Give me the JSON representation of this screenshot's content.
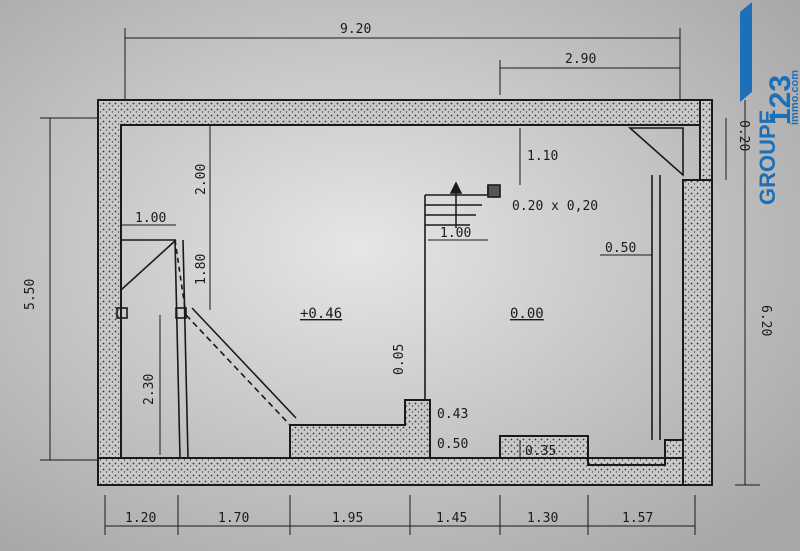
{
  "plan": {
    "dims": {
      "overall_width": "9.20",
      "top_right_width": "2.90",
      "height_left": "5.50",
      "height_right": "6.20",
      "right_top_small": "0.20",
      "upper_left_wall": "2.00",
      "left_alcove": "1.00",
      "left_lower_seg": "1.80",
      "left_bottom_seg": "2.30",
      "stair_drop": "1.10",
      "post_size": "0.20 x 0,20",
      "stair_width": "1.00",
      "right_wall_offset": "0.50",
      "step_a": "0.05",
      "step_b": "0.43",
      "step_c": "0.50",
      "step_d": "0.35",
      "bottom_1": "1.20",
      "bottom_2": "1.70",
      "bottom_3": "1.95",
      "bottom_4": "1.45",
      "bottom_5": "1.30",
      "bottom_6": "1.57"
    },
    "levels": {
      "left_room": "+0.46",
      "right_room": "0.00"
    }
  },
  "logo": {
    "brand": "GROUPE",
    "number": "123",
    "site": "immo.com",
    "color": "#1d6fb8"
  },
  "colors": {
    "paper": "#d8d8d8",
    "ink": "#1a1a1a",
    "wall_fill": "#bfbfbf"
  }
}
